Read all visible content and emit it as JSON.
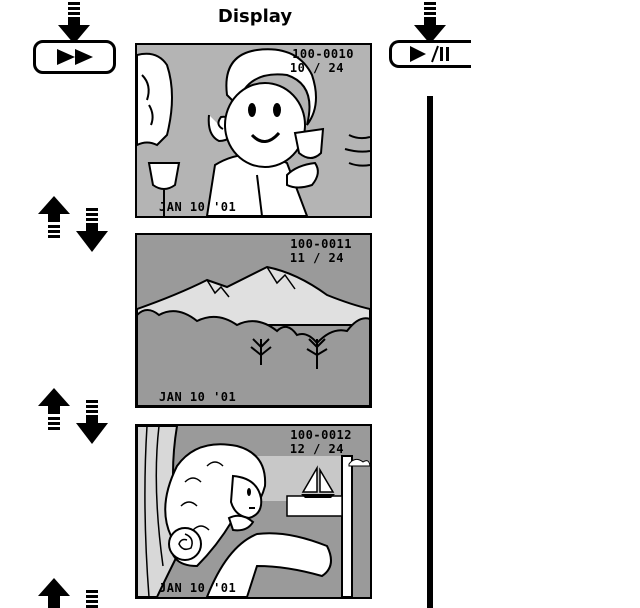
{
  "title": "Display",
  "buttons": {
    "forward": {
      "icon": "fast-forward-icon"
    },
    "play_pause": {
      "icon": "play-pause-icon"
    }
  },
  "images": [
    {
      "file_number": "100-0010",
      "index": "10 / 24",
      "date": "JAN 10 '01",
      "scene": "woman-toasting"
    },
    {
      "file_number": "100-0011",
      "index": "11 / 24",
      "date": "JAN 10 '01",
      "scene": "mountain-landscape"
    },
    {
      "file_number": "100-0012",
      "index": "12 / 24",
      "date": "JAN 10 '01",
      "scene": "woman-by-sea-with-sailboat"
    }
  ],
  "icons": [
    "down-arrow-icon",
    "up-down-arrow-icon"
  ],
  "colors": {
    "lcd_gray": "#9a9a9a",
    "ink": "#000000",
    "sky": "#c8c8c8"
  }
}
